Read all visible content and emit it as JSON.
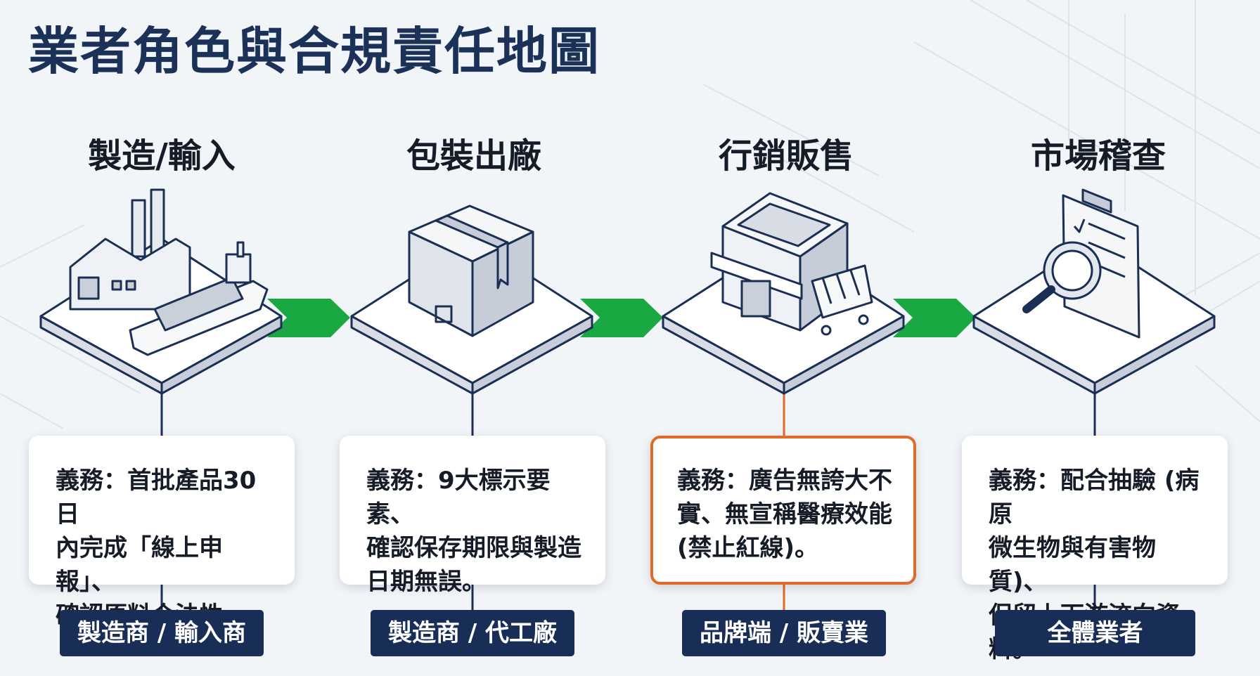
{
  "title": "業者角色與合規責任地圖",
  "stages": [
    {
      "title": "製造/輸入",
      "icon": "factory-ship-icon",
      "duty_lines": [
        "義務：首批產品30日",
        "內完成「線上申報」、",
        "確認原料合法性。"
      ],
      "role": "製造商 / 輸入商"
    },
    {
      "title": "包裝出廠",
      "icon": "package-box-icon",
      "duty_lines": [
        "義務：9大標示要素、",
        "確認保存期限與製造",
        "日期無誤。"
      ],
      "role": "製造商 / 代工廠"
    },
    {
      "title": "行銷販售",
      "icon": "store-cart-icon",
      "duty_lines": [
        "義務：廣告無誇大不",
        "實、無宣稱醫療效能",
        "(禁止紅線)。"
      ],
      "role": "品牌端 / 販賣業",
      "highlighted": true
    },
    {
      "title": "市場稽查",
      "icon": "clipboard-magnifier-icon",
      "duty_lines": [
        "義務：配合抽驗 (病原",
        "微生物與有害物質)、",
        "保留上下游流向資料。"
      ],
      "role": "全體業者"
    }
  ],
  "colors": {
    "flow_arrow": "#1aa843",
    "highlight": "#e06a26",
    "role_badge": "#192e57",
    "title": "#1b3158"
  }
}
